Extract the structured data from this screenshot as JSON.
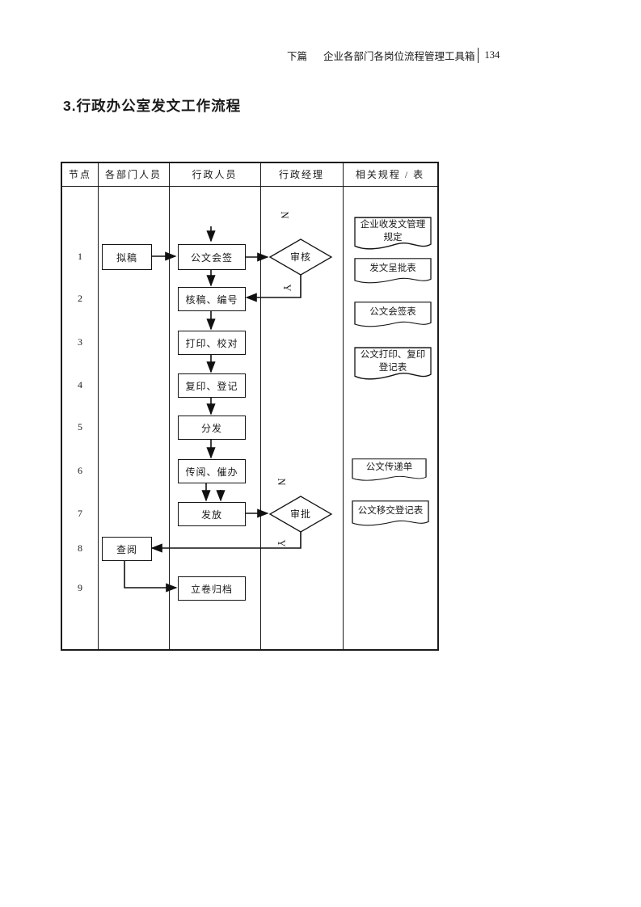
{
  "header": {
    "section": "下篇",
    "book": "企业各部门各岗位流程管理工具箱",
    "page": "134"
  },
  "title": "3.行政办公室发文工作流程",
  "table": {
    "columns": [
      "节点",
      "各部门人员",
      "行政人员",
      "行政经理",
      "相关规程 / 表"
    ]
  },
  "flow": {
    "nodes": [
      "1",
      "2",
      "3",
      "4",
      "5",
      "6",
      "7",
      "8",
      "9"
    ],
    "steps": {
      "draft": "拟稿",
      "countersign": "公文会签",
      "check_number": "核稿、编号",
      "print_proof": "打印、校对",
      "copy_register": "复印、登记",
      "distribute": "分发",
      "circulate": "传阅、催办",
      "issue": "发放",
      "consult": "查阅",
      "archive": "立卷归档"
    },
    "decisions": {
      "review": "审核",
      "approve": "审批"
    },
    "branch_labels": {
      "no": "N",
      "yes": "Y"
    }
  },
  "documents": [
    "企业收发文管理规定",
    "发文呈批表",
    "公文会签表",
    "公文打印、复印登记表",
    "公文传递单",
    "公文移交登记表"
  ]
}
